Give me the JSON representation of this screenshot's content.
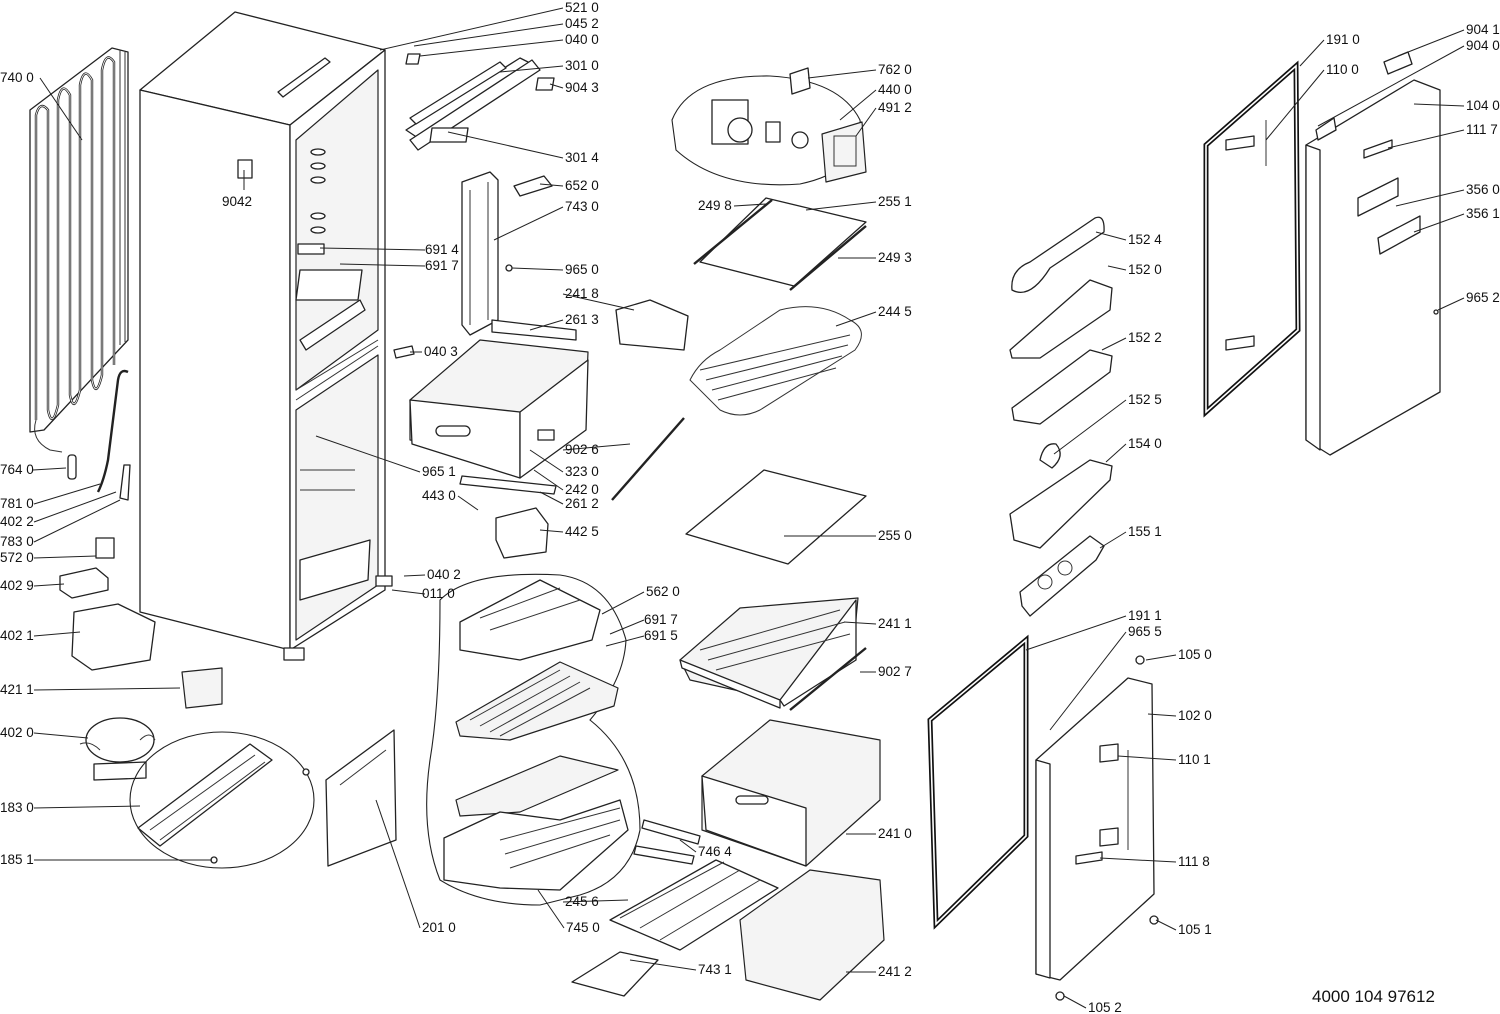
{
  "part_labels": [
    "521 0",
    "045 2",
    "040 0",
    "301 0",
    "904 3",
    "301 4",
    "652 0",
    "743 0",
    "740 0",
    "9042",
    "691 4",
    "691 7",
    "965 0",
    "241 8",
    "261 3",
    "040 3",
    "965 1",
    "902 6",
    "323 0",
    "242 0",
    "261 2",
    "443 0",
    "442 5",
    "764 0",
    "781 0",
    "402 2",
    "783 0",
    "572 0",
    "402 9",
    "040 2",
    "011 0",
    "402 1",
    "421 1",
    "402 0",
    "183 0",
    "185 1",
    "562 0",
    "691 7",
    "691 5",
    "201 0",
    "745 0",
    "746 4",
    "245 6",
    "743 1",
    "762 0",
    "440 0",
    "491 2",
    "249 8",
    "255 1",
    "249 3",
    "244 5",
    "255 0",
    "241 1",
    "902 7",
    "241 0",
    "241 2",
    "152 4",
    "152 0",
    "152 2",
    "152 5",
    "154 0",
    "155 1",
    "191 1",
    "965 5",
    "105 0",
    "102 0",
    "110 1",
    "111 8",
    "105 1",
    "105 2",
    "191 0",
    "110 0",
    "904 1",
    "904 0",
    "104 0",
    "111 7",
    "356 0",
    "356 1",
    "965 2"
  ],
  "catalog_number": "4000 104 97612"
}
